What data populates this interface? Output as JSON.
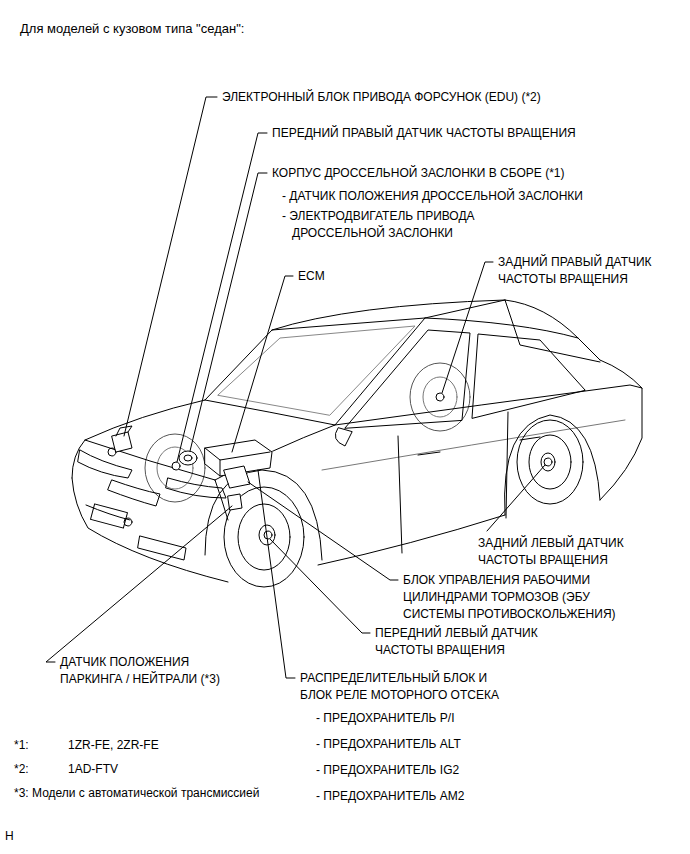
{
  "diagram": {
    "title": "Для моделей с кузовом типа \"седан\":",
    "labels": [
      "ЭЛЕКТРОННЫЙ БЛОК ПРИВОДА ФОРСУНОК (EDU) (*2)",
      "ПЕРЕДНИЙ ПРАВЫЙ ДАТЧИК ЧАСТОТЫ ВРАЩЕНИЯ",
      "КОРПУС ДРОССЕЛЬНОЙ ЗАСЛОНКИ В СБОРЕ (*1)",
      "- ДАТЧИК ПОЛОЖЕНИЯ ДРОССЕЛЬНОЙ ЗАСЛОНКИ",
      "- ЭЛЕКТРОДВИГАТЕЛЬ ПРИВОДА ДРОССЕЛЬНОЙ ЗАСЛОНКИ",
      "ECM",
      "ЗАДНИЙ ПРАВЫЙ ДАТЧИК ЧАСТОТЫ ВРАЩЕНИЯ",
      "ЗАДНИЙ ЛЕВЫЙ ДАТЧИК ЧАСТОТЫ ВРАЩЕНИЯ",
      "БЛОК УПРАВЛЕНИЯ РАБОЧИМИ ЦИЛИНДРАМИ ТОРМОЗОВ (ЭБУ СИСТЕМЫ ПРОТИВОСКОЛЬЖЕНИЯ)",
      "ПЕРЕДНИЙ ЛЕВЫЙ ДАТЧИК ЧАСТОТЫ ВРАЩЕНИЯ",
      "ДАТЧИК ПОЛОЖЕНИЯ ПАРКИНГА / НЕЙТРАЛИ (*3)",
      "РАСПРЕДЕЛИТЕЛЬНЫЙ БЛОК И БЛОК РЕЛЕ МОТОРНОГО ОТСЕКА",
      "- ПРЕДОХРАНИТЕЛЬ P/I",
      "- ПРЕДОХРАНИТЕЛЬ ALT",
      "- ПРЕДОХРАНИТЕЛЬ IG2",
      "- ПРЕДОХРАНИТЕЛЬ AM2",
      "*1:",
      "1ZR-FE, 2ZR-FE",
      "*2:",
      "1AD-FTV",
      "*3: Модели с автоматической трансмиссией",
      "H"
    ]
  }
}
